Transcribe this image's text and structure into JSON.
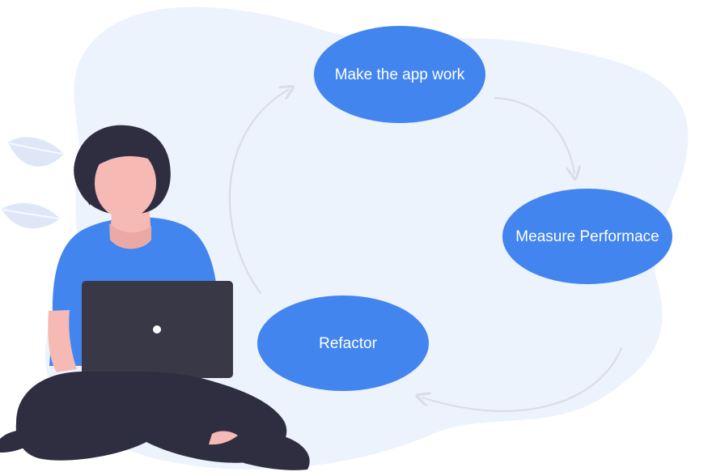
{
  "diagram": {
    "nodes": [
      {
        "label": "Make the app work"
      },
      {
        "label": "Measure Performace"
      },
      {
        "label": "Refactor"
      }
    ],
    "connections": [
      {
        "from": "Make the app work",
        "to": "Measure Performace"
      },
      {
        "from": "Measure Performace",
        "to": "Refactor"
      },
      {
        "from": "Refactor",
        "to": "Make the app work"
      }
    ]
  },
  "colors": {
    "background_blob": "#edf3fd",
    "node_fill": "#4385ef",
    "arrow": "#d9dde6",
    "shirt": "#4385ef",
    "laptop": "#393846",
    "skin": "#f6b9b4",
    "hair": "#2f2e41",
    "leaf": "#dfe7f7"
  }
}
